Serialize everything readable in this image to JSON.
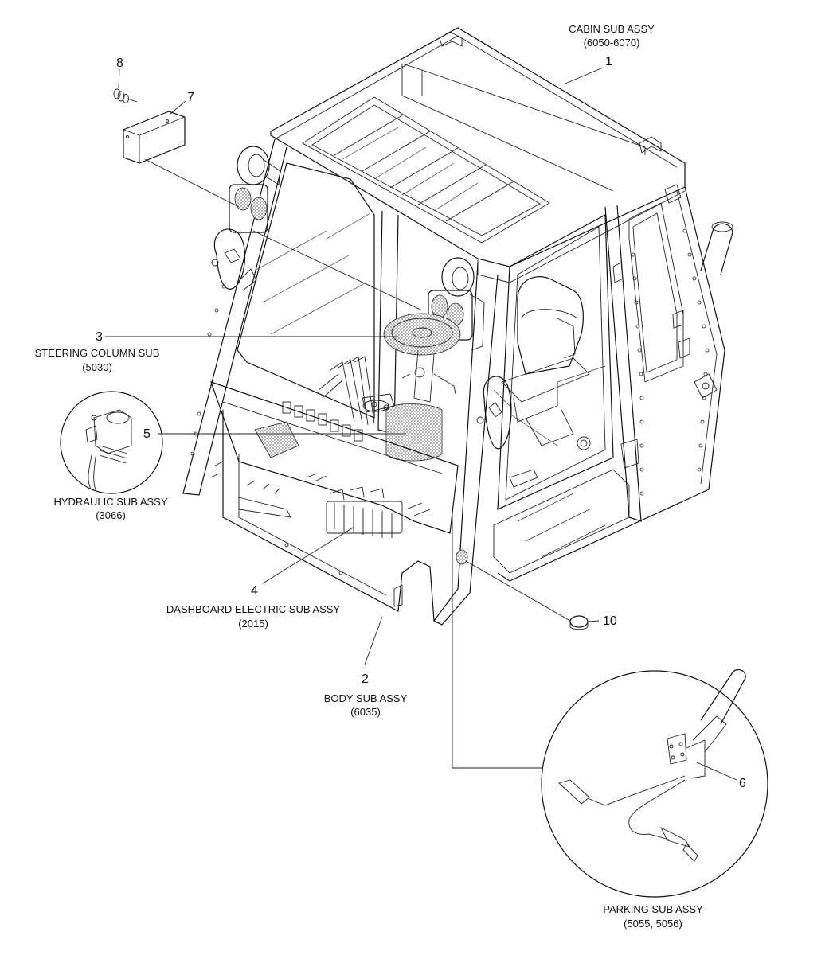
{
  "callouts": [
    {
      "id": "1",
      "label": "1",
      "title": "CABIN SUB ASSY",
      "code": "(6050-6070)"
    },
    {
      "id": "2",
      "label": "2",
      "title": "BODY SUB ASSY",
      "code": "(6035)"
    },
    {
      "id": "3",
      "label": "3",
      "title": "STEERING COLUMN SUB",
      "code": "(5030)"
    },
    {
      "id": "4",
      "label": "4",
      "title": "DASHBOARD ELECTRIC SUB ASSY",
      "code": "(2015)"
    },
    {
      "id": "5",
      "label": "5",
      "title": "HYDRAULIC SUB ASSY",
      "code": "(3066)"
    },
    {
      "id": "6",
      "label": "6",
      "title": "PARKING SUB ASSY",
      "code": "(5055, 5056)"
    },
    {
      "id": "7",
      "label": "7"
    },
    {
      "id": "8",
      "label": "8"
    },
    {
      "id": "10",
      "label": "10"
    }
  ]
}
